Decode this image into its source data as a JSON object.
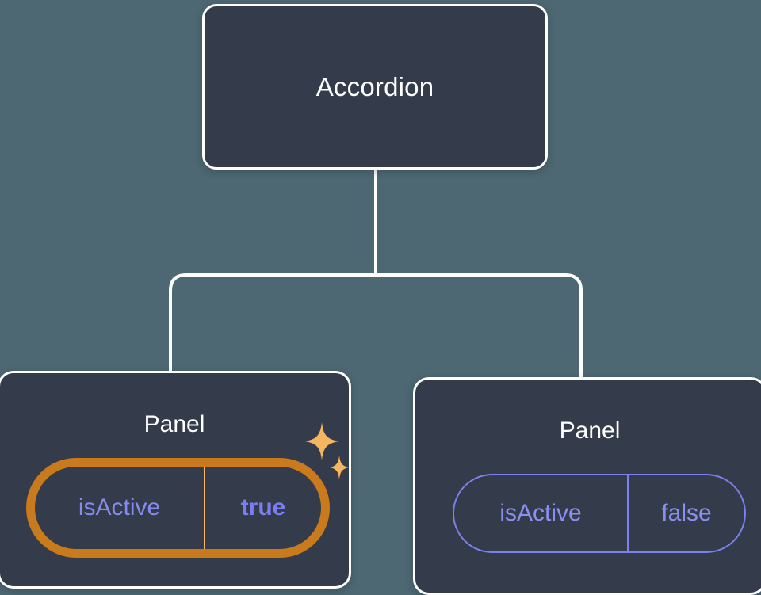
{
  "canvas": {
    "background_color": "#4d6873",
    "node_fill_color": "#343b4a",
    "node_border_color": "#ffffff",
    "connector_color": "#ffffff",
    "highlight_outer_color": "#c87a1d",
    "highlight_inner_color": "#f5b65f",
    "prop_text_color": "#8a8ff2",
    "value_active_color": "#7a7ef0"
  },
  "tree": {
    "root": {
      "label": "Accordion"
    },
    "children": [
      {
        "label": "Panel",
        "highlighted": true,
        "prop": {
          "key": "isActive",
          "value": "true"
        },
        "decoration": "sparkles-icon"
      },
      {
        "label": "Panel",
        "highlighted": false,
        "prop": {
          "key": "isActive",
          "value": "false"
        }
      }
    ]
  }
}
